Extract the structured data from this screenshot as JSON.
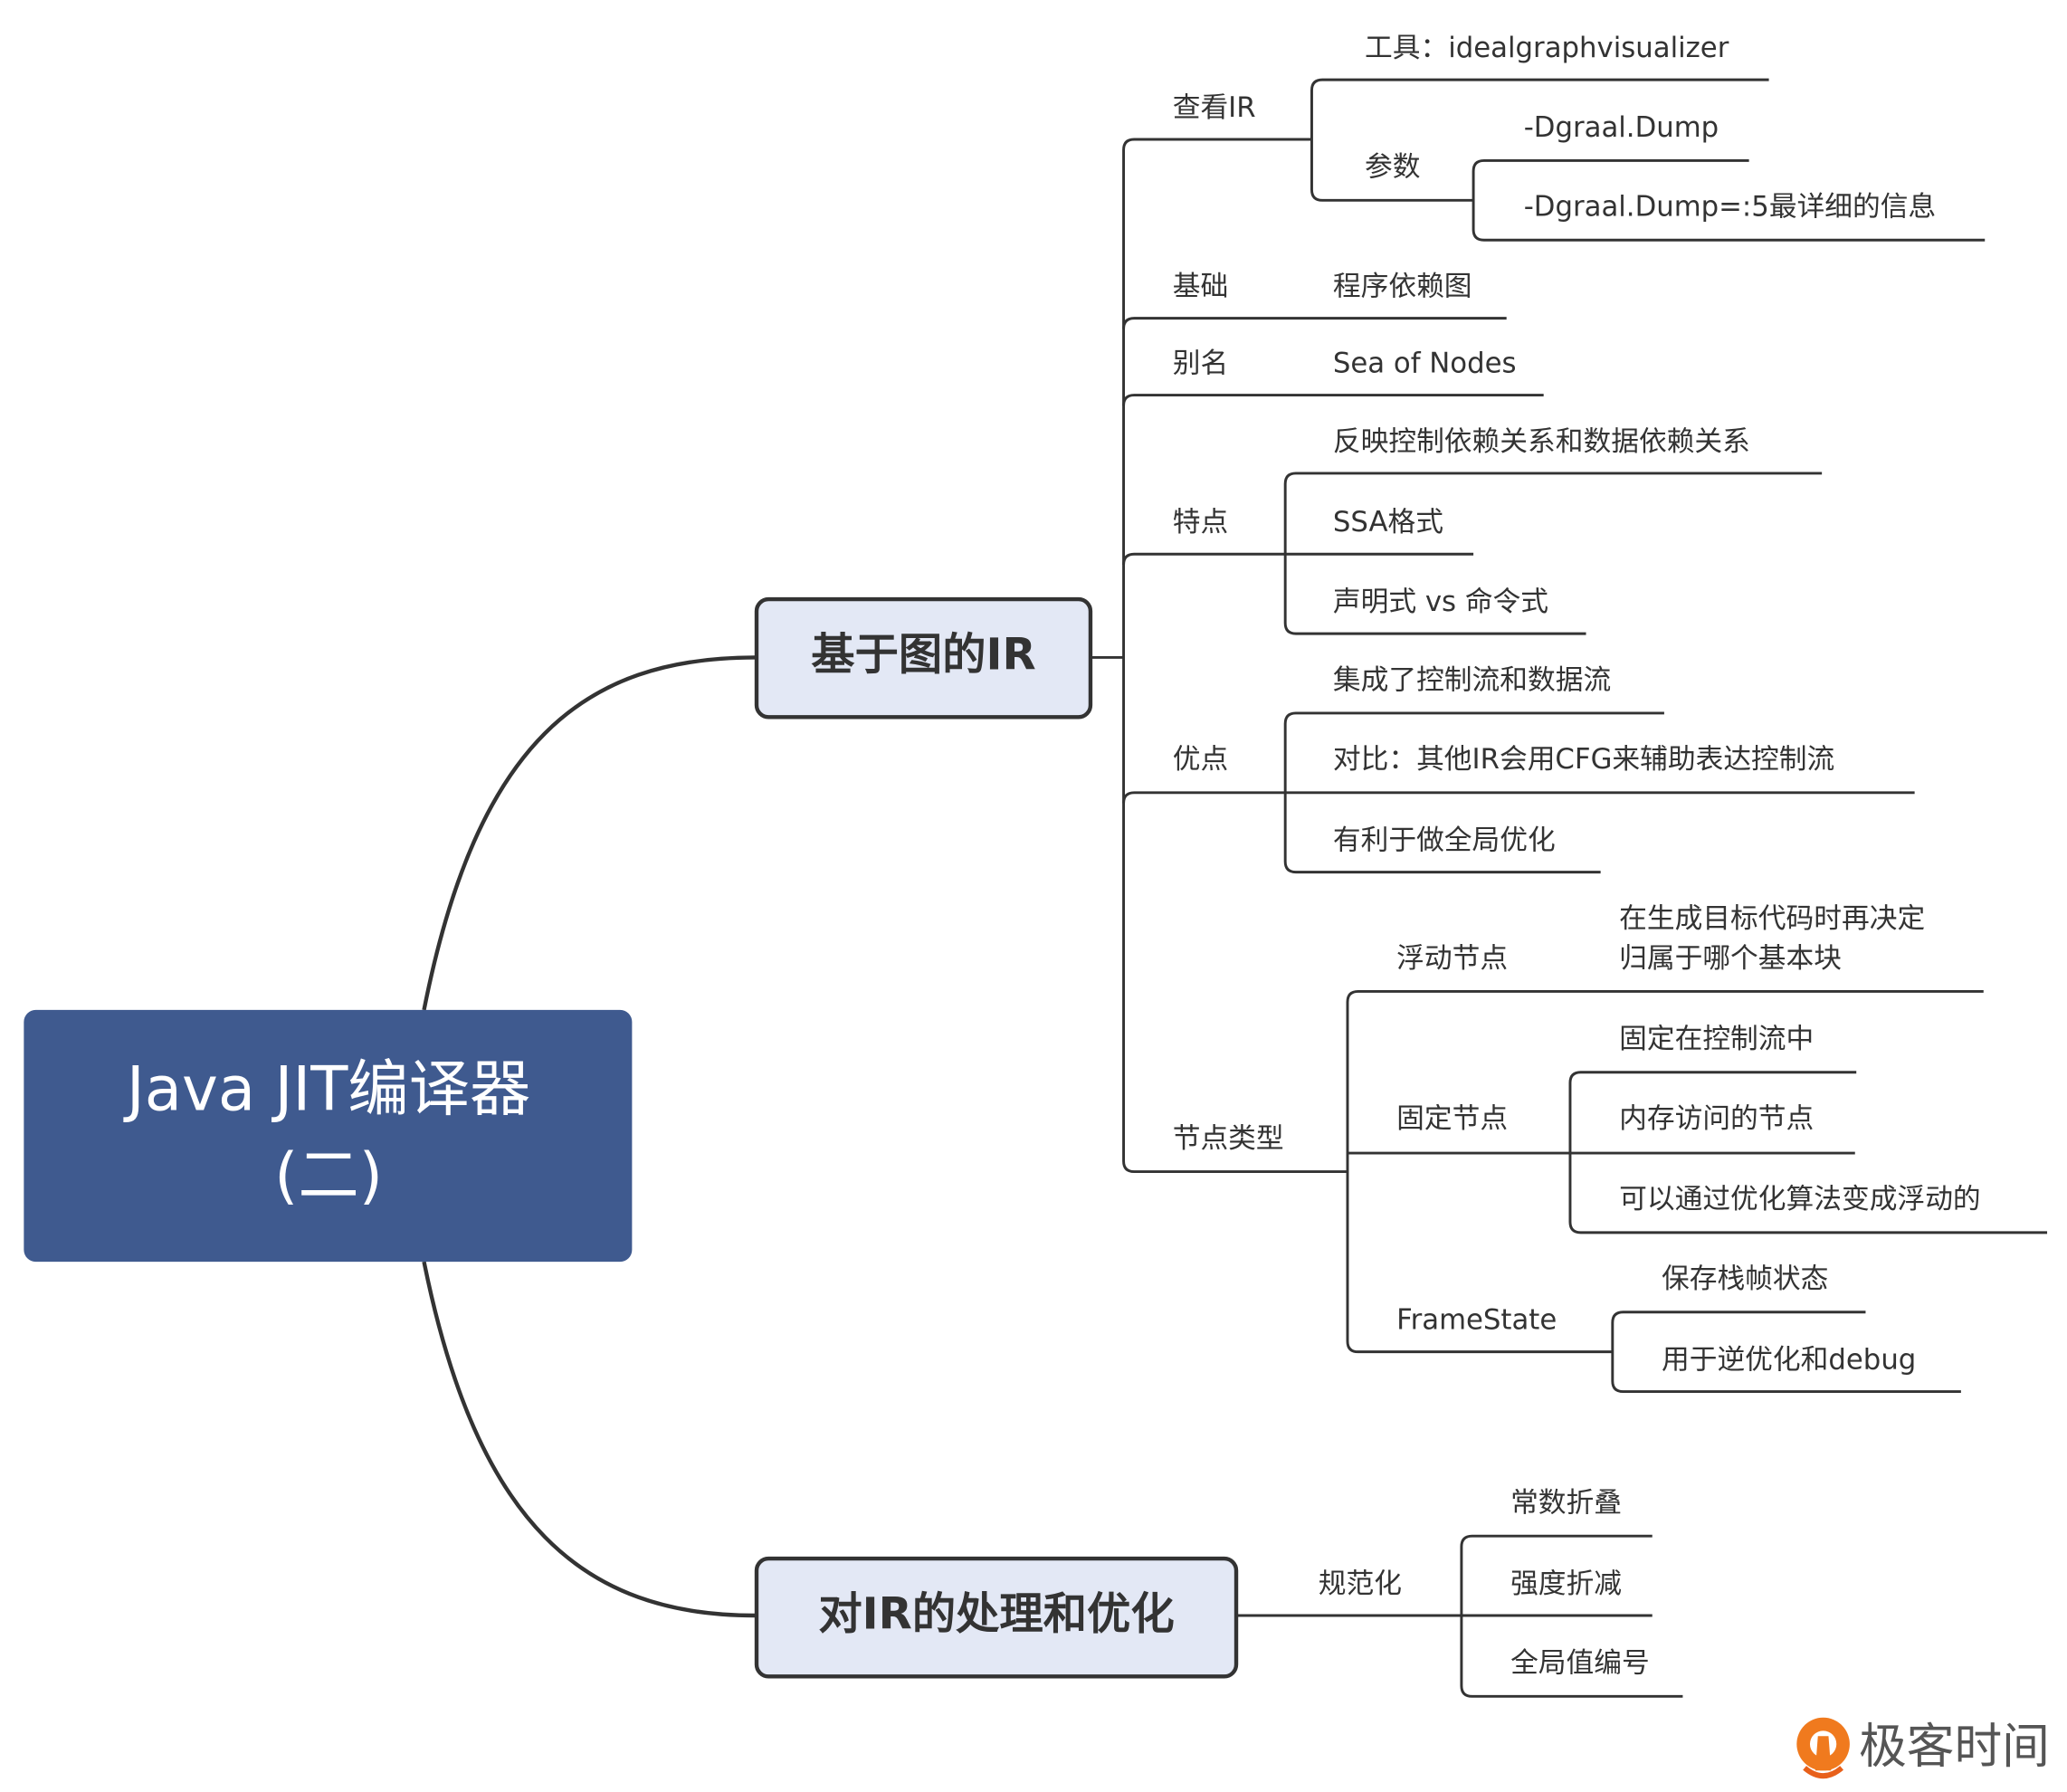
{
  "root": {
    "line1": "Java JIT编译器",
    "line2": "(二)",
    "color": "#3f5a8f"
  },
  "branch1": {
    "title": "基于图的IR",
    "view_ir": {
      "label": "查看IR",
      "tool": "工具：idealgraphvisualizer",
      "params": {
        "label": "参数",
        "items": [
          "-Dgraal.Dump",
          "-Dgraal.Dump=:5最详细的信息"
        ]
      }
    },
    "basis": {
      "label": "基础",
      "value": "程序依赖图"
    },
    "alias": {
      "label": "别名",
      "value": "Sea of Nodes"
    },
    "features": {
      "label": "特点",
      "items": [
        "反映控制依赖关系和数据依赖关系",
        "SSA格式",
        "声明式 vs 命令式"
      ]
    },
    "advantages": {
      "label": "优点",
      "items": [
        "集成了控制流和数据流",
        "对比：其他IR会用CFG来辅助表达控制流",
        "有利于做全局优化"
      ]
    },
    "node_types": {
      "label": "节点类型",
      "floating": {
        "label": "浮动节点",
        "desc_line1": "在生成目标代码时再决定",
        "desc_line2": "归属于哪个基本块"
      },
      "fixed": {
        "label": "固定节点",
        "items": [
          "固定在控制流中",
          "内存访问的节点",
          "可以通过优化算法变成浮动的"
        ]
      },
      "framestate": {
        "label": "FrameState",
        "items": [
          "保存栈帧状态",
          "用于逆优化和debug"
        ]
      }
    }
  },
  "branch2": {
    "title": "对IR的处理和优化",
    "canonicalize": {
      "label": "规范化",
      "items": [
        "常数折叠",
        "强度折减",
        "全局值编号"
      ]
    }
  },
  "logo": {
    "text": "极客时间",
    "color": "#f07a1e"
  }
}
